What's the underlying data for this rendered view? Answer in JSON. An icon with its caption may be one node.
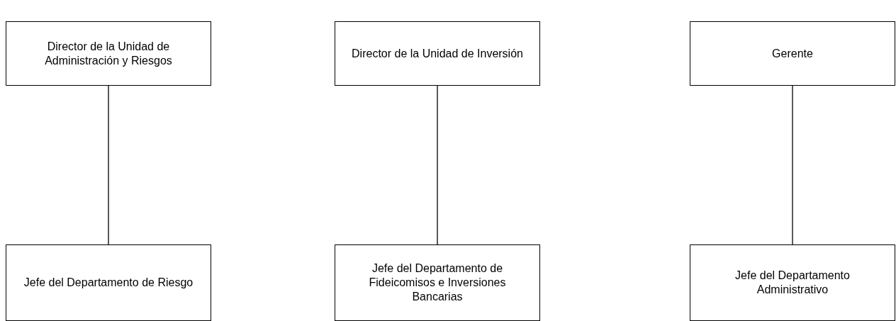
{
  "diagram": {
    "nodes": [
      {
        "text": [
          "Director de la Unidad de Administración y Riesgos"
        ]
      },
      {
        "text": [
          "Director de la Unidad de Inversión"
        ]
      },
      {
        "text": [
          "Gerente"
        ]
      },
      {
        "text": [
          "Jefe del Departamento de Riesgo"
        ]
      },
      {
        "text": [
          "Jefe del Departamento de Fideicomisos e Inversiones Bancarias"
        ]
      },
      {
        "text": [
          "Jefe del Departamento Administrativo"
        ]
      }
    ],
    "edges": [
      {
        "from": 0,
        "to": 3,
        "arrow": "none"
      },
      {
        "from": 1,
        "to": 4,
        "arrow": "none"
      },
      {
        "from": 2,
        "to": 5,
        "arrow": "none"
      }
    ]
  }
}
